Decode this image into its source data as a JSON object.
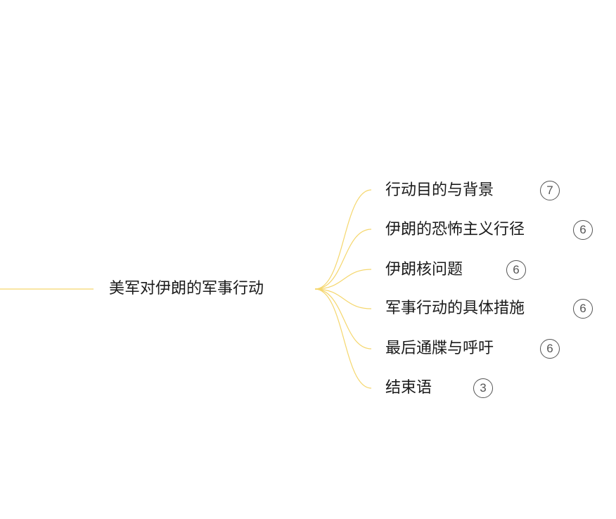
{
  "mindmap": {
    "root": {
      "label": "美军对伊朗的军事行动"
    },
    "branches": [
      {
        "label": "行动目的与背景",
        "count": "7"
      },
      {
        "label": "伊朗的恐怖主义行径",
        "count": "6"
      },
      {
        "label": "伊朗核问题",
        "count": "6"
      },
      {
        "label": "军事行动的具体措施",
        "count": "6"
      },
      {
        "label": "最后通牒与呼吁",
        "count": "6"
      },
      {
        "label": "结束语",
        "count": "3"
      }
    ]
  },
  "colors": {
    "connector": "#f5d76e",
    "badge_border": "#555555",
    "text": "#1a1a1a"
  }
}
